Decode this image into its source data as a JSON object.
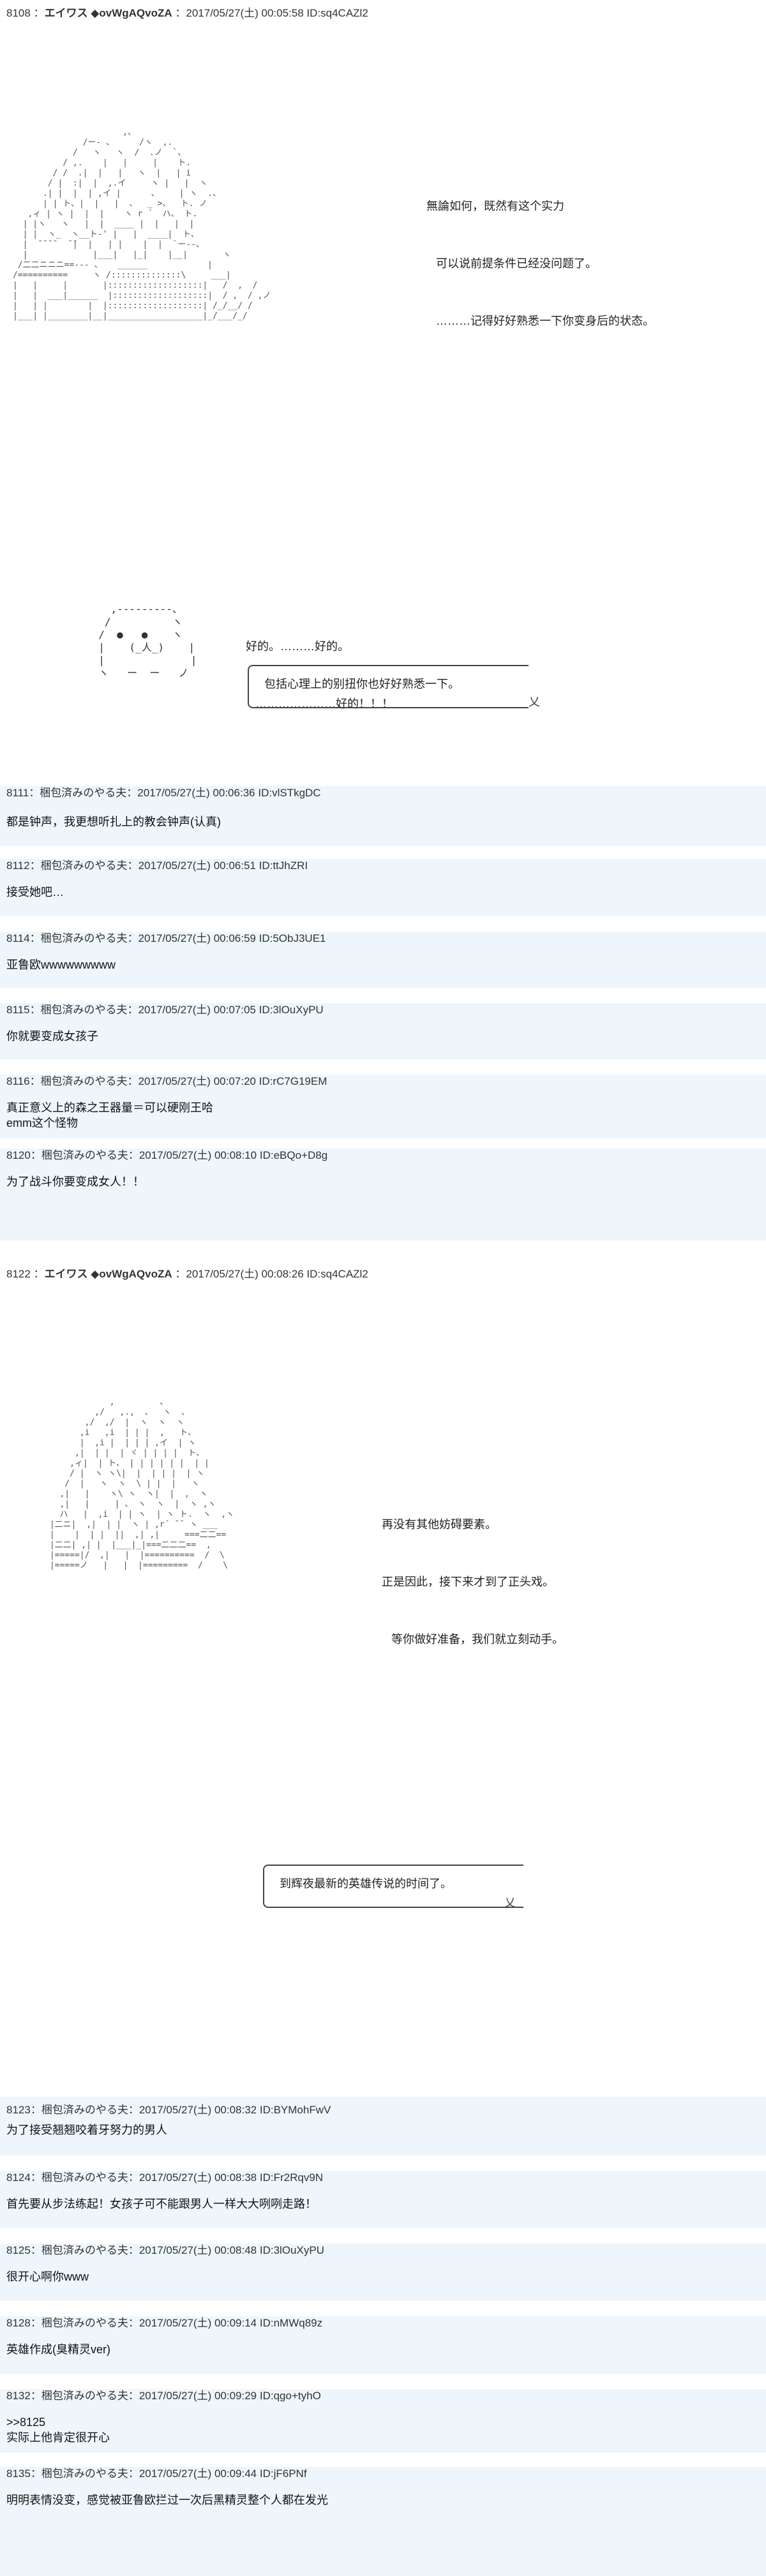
{
  "posts": [
    {
      "id": "p8108",
      "header": {
        "num": "8108",
        "name": "エイワス ◆ovWgAQvoZA",
        "date": "2017/05/27(土) 00:05:58",
        "uid": "ID:sq4CAZl2"
      },
      "aa_art": "                      ,、\n              /ー‐ 、     /ヽ  ,.\n            /   ヽ   ヽ  /  .ノ  `、\n          / ,.    |   |     |    ト.\n        / /  .|  |   |   ヽ  |   | i\n       / |  :|  |  ,.イ     ヽ |   |  ヽ\n      .| |  |  | ,イ |      、    | ヽ  .、\n      | | ト、|  |   |  、  _ >、  ト. ノ\n   ,ィ | ヽ |  |  |    ヽ r ´  ハ、 ト.\n  | |ヽ   ヽ   |  |  ____ |  |   |  |\n  | |  ヽ_  ヽ__ト-' |   |  ____|  ト、\n  |  ̄ ̄ ̄ ̄   ̄ ̄|  |   | |    |  |  `ー‐-、\n  |             |___|   |_|    |__|       ヽ\n /二二ニニニ==--- 、   ______            |\n/==========     ヽ /::::::::::::::\\     ___|\n|   |     |       |:::::::::::::::::::|   /  ,  /\n|   |  ___|______  |:::::::::::::::::::|  / ,  / ,ノ\n|   | |        |  |:::::::::::::::::::| /_/__/ /\n|___| |________|__|___________________|_/___/_/",
      "speech": [
        "無論如何，既然有这个实力",
        "   可以说前提条件已经没问题了。",
        "   ………记得好好熟悉一下你变身后的状态。"
      ],
      "aa_face": "    ,---------、\n   /          ヽ\n  /  ●   ●    ヽ\n  |    (_人_)    |\n  |              |\n  ヽ   ー  ー   ノ",
      "speech2": [
        "好的。………好的。",
        "   …………………好的！！！"
      ],
      "bubble": "包括心理上的别扭你也好好熟悉一下。"
    },
    {
      "id": "p8111",
      "reply": true,
      "header": {
        "num": "8111",
        "name": "梱包済みのやる夫",
        "date": "2017/05/27(土) 00:06:36",
        "uid": "ID:vlSTkgDC"
      },
      "body": [
        "都是钟声，我更想听扎上的教会钟声(认真)"
      ]
    },
    {
      "id": "p8112",
      "reply": true,
      "header": {
        "num": "8112",
        "name": "梱包済みのやる夫",
        "date": "2017/05/27(土) 00:06:51",
        "uid": "ID:ttJhZRI"
      },
      "body": [
        "接受她吧…"
      ]
    },
    {
      "id": "p8114",
      "reply": true,
      "header": {
        "num": "8114",
        "name": "梱包済みのやる夫",
        "date": "2017/05/27(土) 00:06:59",
        "uid": "ID:5ObJ3UE1"
      },
      "body": [
        "亚鲁欧wwwwwwwww"
      ]
    },
    {
      "id": "p8115",
      "reply": true,
      "header": {
        "num": "8115",
        "name": "梱包済みのやる夫",
        "date": "2017/05/27(土) 00:07:05",
        "uid": "ID:3lOuXyPU"
      },
      "body": [
        "你就要变成女孩子"
      ]
    },
    {
      "id": "p8116",
      "reply": true,
      "header": {
        "num": "8116",
        "name": "梱包済みのやる夫",
        "date": "2017/05/27(土) 00:07:20",
        "uid": "ID:rC7G19EM"
      },
      "body": [
        "真正意义上的森之王器量＝可以硬刚王哈",
        "emm这个怪物"
      ]
    },
    {
      "id": "p8120",
      "reply": true,
      "header": {
        "num": "8120",
        "name": "梱包済みのやる夫",
        "date": "2017/05/27(土) 00:08:10",
        "uid": "ID:eBQo+D8g"
      },
      "body": [
        "为了战斗你要变成女人！！"
      ]
    },
    {
      "id": "p8122",
      "header": {
        "num": "8122",
        "name": "エイワス ◆ovWgAQvoZA",
        "date": "2017/05/27(土) 00:08:26",
        "uid": "ID:sq4CAZl2"
      },
      "aa_art": "             ,         、\n          ,/   ,.,  、  ヽ  、\n        ,/  ,/  |  ヽ  ヽ  ヽ\n       ,i   ,i  | | |  ,   ト、\n       |  ,i |  | | | ,イ  | ヽ\n      ,|  | |  | ヾ | | | |  ト、\n     ,ィ|  | ト、 | | | | | |  | |\n     / |  ヽ ヽ\\|  |  | | |  | ヽ\n    /  |   ヽ  ヽ  \\ | |  |   ヽ\n   ,|   |    ヽ\\ ヽ  ヽ|  |  ,  ヽ\n   ,|   |     | 、 ヽ  ヽ  |  ヽ ,ヽ\n   ハ   |  ,i  | | ヽ  | ヽ ト.  ヽ  ,ヽ\n |二ニ|  ,|  | |  ヽ | ,r´ ̄ ̄  ヽ ___\n |    |  | |  ||  ,| ,|     ===二二==\n |二二| ,| |  |___|_|===二二二==  ,\n |=====|/  ,|   |  |==========  /  \\\n |=====ノ   |   |  |=========  /    \\",
      "speech": [
        "再没有其他妨碍要素。",
        "正是因此，接下来才到了正头戏。",
        "   等你做好准备，我们就立刻动手。"
      ],
      "bubble": "到辉夜最新的英雄传说的时间了。"
    },
    {
      "id": "p8123",
      "reply": true,
      "header": {
        "num": "8123",
        "name": "梱包済みのやる夫",
        "date": "2017/05/27(土) 00:08:32",
        "uid": "ID:BYMohFwV"
      },
      "body": [
        "为了接受翘翘咬着牙努力的男人"
      ]
    },
    {
      "id": "p8124",
      "reply": true,
      "header": {
        "num": "8124",
        "name": "梱包済みのやる夫",
        "date": "2017/05/27(土) 00:08:38",
        "uid": "ID:Fr2Rqv9N"
      },
      "body": [
        "首先要从步法练起！女孩子可不能跟男人一样大大咧咧走路！"
      ]
    },
    {
      "id": "p8125",
      "reply": true,
      "header": {
        "num": "8125",
        "name": "梱包済みのやる夫",
        "date": "2017/05/27(土) 00:08:48",
        "uid": "ID:3lOuXyPU"
      },
      "body": [
        "很开心啊你www"
      ]
    },
    {
      "id": "p8128",
      "reply": true,
      "header": {
        "num": "8128",
        "name": "梱包済みのやる夫",
        "date": "2017/05/27(土) 00:09:14",
        "uid": "ID:nMWq89z"
      },
      "body": [
        "英雄作成(臭精灵ver)"
      ]
    },
    {
      "id": "p8132",
      "reply": true,
      "header": {
        "num": "8132",
        "name": "梱包済みのやる夫",
        "date": "2017/05/27(土) 00:09:29",
        "uid": "ID:qgo+tyhO"
      },
      "anchor": ">>8125",
      "body": [
        "实际上他肯定很开心"
      ]
    },
    {
      "id": "p8135",
      "reply": true,
      "header": {
        "num": "8135",
        "name": "梱包済みのやる夫",
        "date": "2017/05/27(土) 00:09:44",
        "uid": "ID:jF6PNf"
      },
      "body": [
        "明明表情没变，感觉被亚鲁欧拦过一次后黑精灵整个人都在发光"
      ]
    }
  ]
}
